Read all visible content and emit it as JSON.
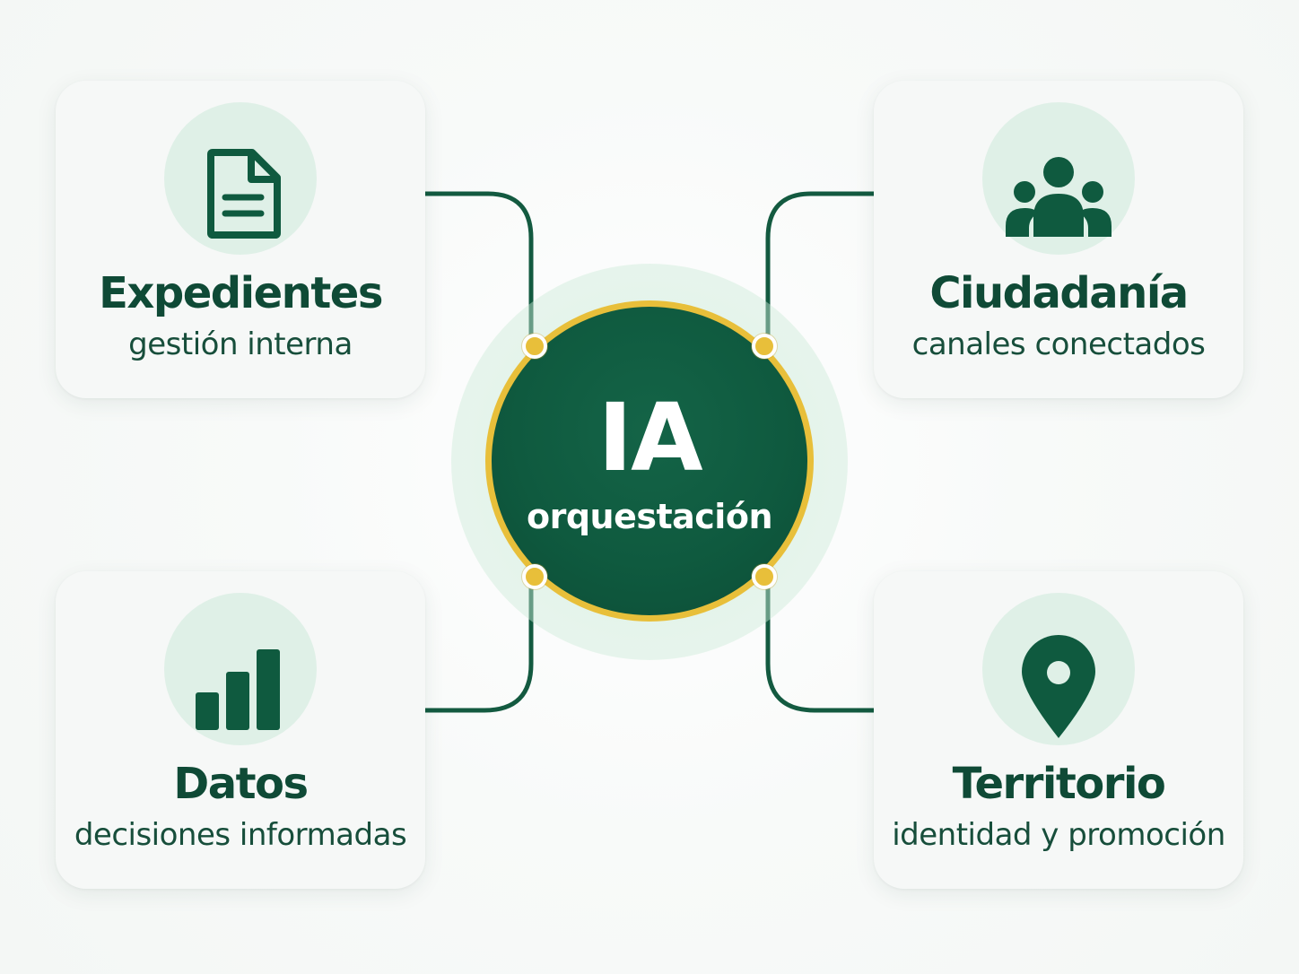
{
  "hub": {
    "title": "IA",
    "subtitle": "orquestación"
  },
  "cards": {
    "top_left": {
      "icon": "document-icon",
      "title": "Expedientes",
      "subtitle": "gestión interna"
    },
    "top_right": {
      "icon": "people-group-icon",
      "title": "Ciudadanía",
      "subtitle": "canales conectados"
    },
    "bottom_left": {
      "icon": "bar-chart-icon",
      "title": "Datos",
      "subtitle": "decisiones informadas"
    },
    "bottom_right": {
      "icon": "map-pin-icon",
      "title": "Territorio",
      "subtitle": "identidad y promoción"
    }
  },
  "colors": {
    "primary_green": "#0f5a3f",
    "accent_gold": "#e8bf3a",
    "icon_background": "#dff0e7",
    "card_background": "#f6f8f7"
  }
}
